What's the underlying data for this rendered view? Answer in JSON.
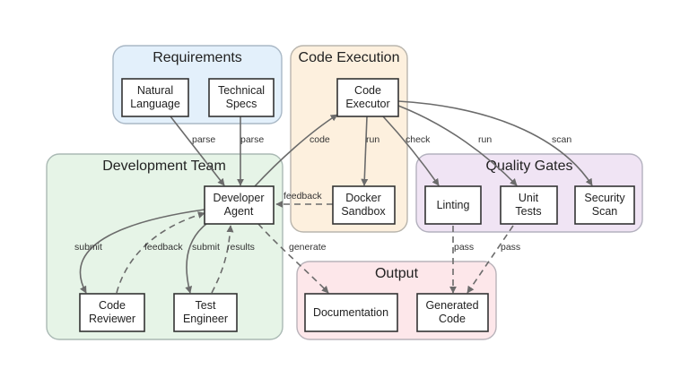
{
  "clusters": {
    "requirements": {
      "title": "Requirements",
      "fill": "#e3f0fb",
      "stroke": "#a9b8c6"
    },
    "code_execution": {
      "title": "Code Execution",
      "fill": "#fdf0de",
      "stroke": "#b9b5ad"
    },
    "quality_gates": {
      "title": "Quality Gates",
      "fill": "#f0e4f4",
      "stroke": "#b3b1be"
    },
    "development_team": {
      "title": "Development Team",
      "fill": "#e6f4e7",
      "stroke": "#aab9b4"
    },
    "output": {
      "title": "Output",
      "fill": "#fde7ea",
      "stroke": "#b9b3ba"
    }
  },
  "nodes": {
    "natural_language": {
      "line1": "Natural",
      "line2": "Language"
    },
    "technical_specs": {
      "line1": "Technical",
      "line2": "Specs"
    },
    "code_executor": {
      "line1": "Code",
      "line2": "Executor"
    },
    "developer_agent": {
      "line1": "Developer",
      "line2": "Agent"
    },
    "docker_sandbox": {
      "line1": "Docker",
      "line2": "Sandbox"
    },
    "linting": {
      "line1": "Linting"
    },
    "unit_tests": {
      "line1": "Unit",
      "line2": "Tests"
    },
    "security_scan": {
      "line1": "Security",
      "line2": "Scan"
    },
    "code_reviewer": {
      "line1": "Code",
      "line2": "Reviewer"
    },
    "test_engineer": {
      "line1": "Test",
      "line2": "Engineer"
    },
    "documentation": {
      "line1": "Documentation"
    },
    "generated_code": {
      "line1": "Generated",
      "line2": "Code"
    }
  },
  "edges": {
    "parse_nl": "parse",
    "parse_specs": "parse",
    "code": "code",
    "run_sandbox": "run",
    "check": "check",
    "run_tests": "run",
    "scan": "scan",
    "feedback_sandbox": "feedback",
    "submit_reviewer": "submit",
    "feedback_reviewer": "feedback",
    "submit_tester": "submit",
    "results": "results",
    "generate": "generate",
    "pass_linting": "pass",
    "pass_tests": "pass"
  },
  "colors": {
    "edge": "#6b6b6b",
    "node_border": "#333333"
  }
}
